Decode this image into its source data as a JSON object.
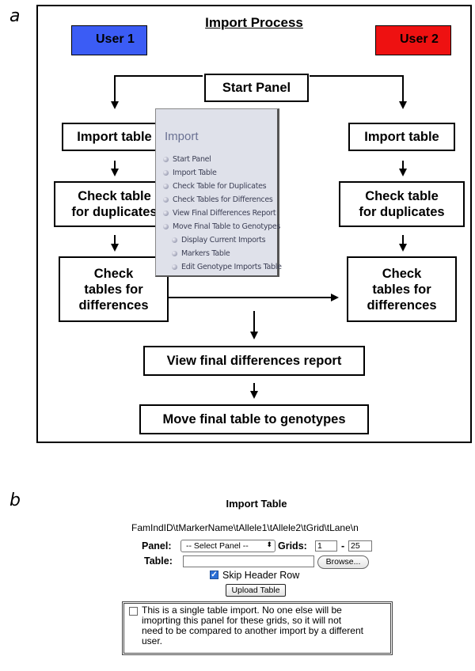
{
  "panel_a": {
    "letter": "a",
    "title": "Import Process",
    "user1": {
      "label": "User 1",
      "color": "#3b5cf5"
    },
    "user2": {
      "label": "User 2",
      "color": "#ee1111"
    },
    "start": "Start Panel",
    "left": {
      "import": "Import table",
      "dup_line1": "Check table",
      "dup_line2": "for duplicates",
      "diff_line1": "Check",
      "diff_line2": "tables for",
      "diff_line3": "differences"
    },
    "right": {
      "import": "Import table",
      "dup_line1": "Check table",
      "dup_line2": "for duplicates",
      "diff_line1": "Check",
      "diff_line2": "tables for",
      "diff_line3": "differences"
    },
    "report": "View final differences report",
    "move": "Move final table to genotypes",
    "menu": {
      "title": "Import",
      "items": [
        "Start Panel",
        "Import Table",
        "Check Table for Duplicates",
        "Check Tables for Differences",
        "View Final Differences Report",
        "Move Final Table to Genotypes",
        "Display Current Imports",
        "Markers Table",
        "Edit Genotype Imports Table"
      ]
    }
  },
  "panel_b": {
    "letter": "b",
    "title": "Import Table",
    "format": "FamIndID\\tMarkerName\\tAllele1\\tAllele2\\tGrid\\tLane\\n",
    "panel_label": "Panel:",
    "panel_select": "-- Select Panel --",
    "grids_label": "Grids:",
    "grid_from": "1",
    "grid_dash": "-",
    "grid_to": "25",
    "table_label": "Table:",
    "browse": "Browse...",
    "skip_header": "Skip Header Row",
    "upload": "Upload Table",
    "note_line1": "This is a single table import. No one else will be",
    "note_line2": "imoprting this panel for these grids, so it will not",
    "note_line3": "need to be compared to another import by a different",
    "note_line4": "user."
  }
}
